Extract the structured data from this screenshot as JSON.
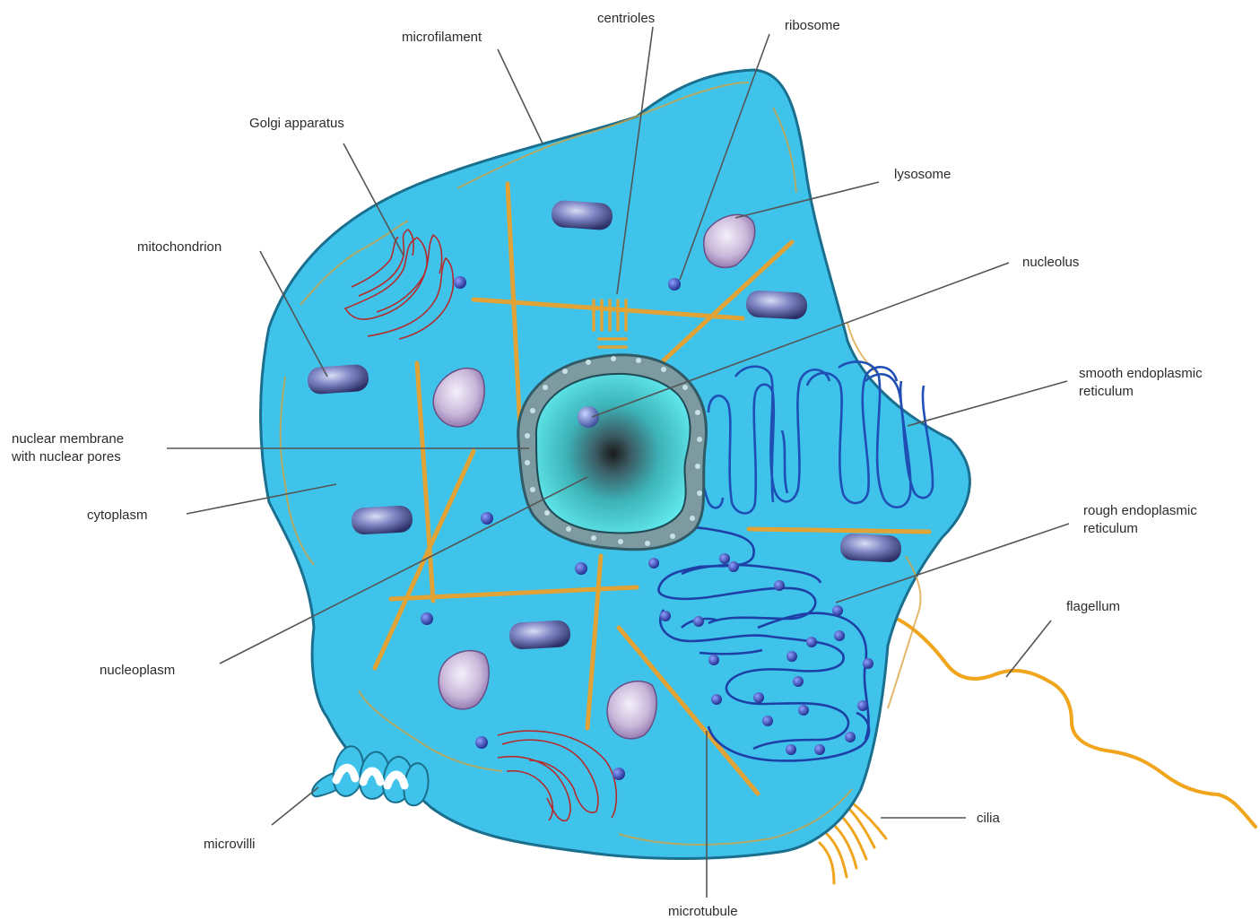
{
  "colors": {
    "cytoplasm": "#3fc3eb",
    "membrane": "#1b6f8e",
    "microtubule": "#e1a236",
    "endoplasmic_reticulum": "#1f4fb4",
    "golgi": "#b52b2b",
    "flagellum": "#f0a51c",
    "mitochondrion": "#4a4f8c",
    "lysosome": "#b9a3c9"
  },
  "labels": {
    "microfilament": "microfilament",
    "centrioles": "centrioles",
    "ribosome": "ribosome",
    "golgi": "Golgi apparatus",
    "lysosome": "lysosome",
    "mitochondrion": "mitochondrion",
    "nucleolus": "nucleolus",
    "ser_line1": "smooth endoplasmic",
    "ser_line2": "reticulum",
    "nuclear_membrane_line1": "nuclear membrane",
    "nuclear_membrane_line2": "with nuclear pores",
    "cytoplasm": "cytoplasm",
    "rer_line1": "rough endoplasmic",
    "rer_line2": "reticulum",
    "flagellum": "flagellum",
    "nucleoplasm": "nucleoplasm",
    "cilia": "cilia",
    "microvilli": "microvilli",
    "microtubule": "microtubule"
  }
}
